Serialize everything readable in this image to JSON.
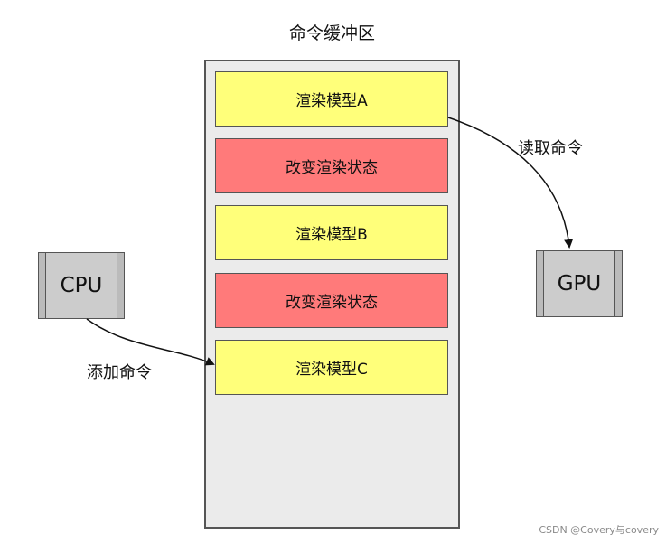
{
  "buffer": {
    "title": "命令缓冲区",
    "commands": [
      {
        "label": "渲染模型A",
        "kind": "render"
      },
      {
        "label": "改变渲染状态",
        "kind": "state"
      },
      {
        "label": "渲染模型B",
        "kind": "render"
      },
      {
        "label": "改变渲染状态",
        "kind": "state"
      },
      {
        "label": "渲染模型C",
        "kind": "render"
      }
    ]
  },
  "processors": {
    "cpu": "CPU",
    "gpu": "GPU"
  },
  "arrows": {
    "add": "添加命令",
    "read": "读取命令"
  },
  "colors": {
    "render_cmd": "#ffff7a",
    "state_cmd": "#ff7a7a",
    "buffer_bg": "#ebebeb",
    "processor_bg": "#cccccc"
  },
  "watermark": "CSDN @Covery与covery"
}
